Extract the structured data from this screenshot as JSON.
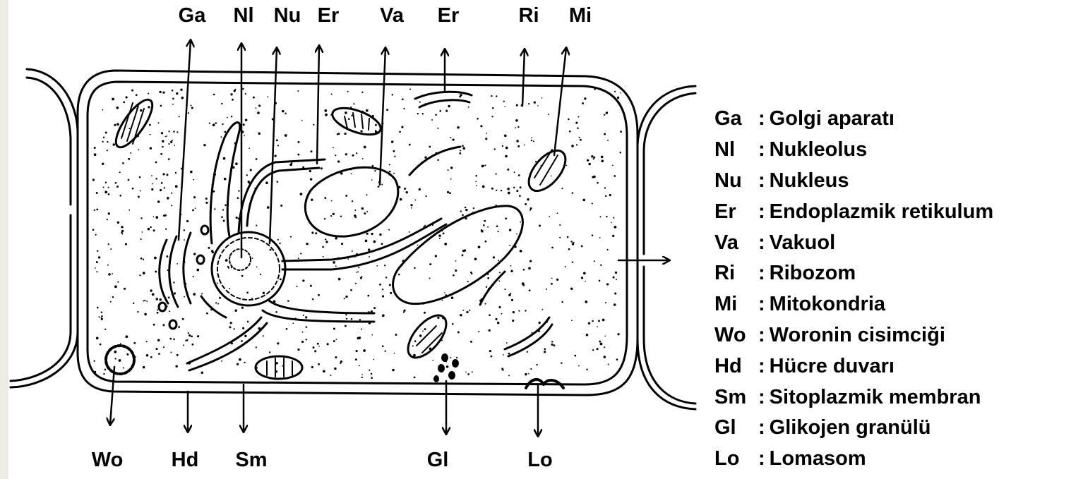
{
  "diagram_labels": {
    "top": [
      "Ga",
      "Nl",
      "Nu",
      "Er",
      "Va",
      "Er",
      "Ri",
      "Mi"
    ],
    "bottom": [
      "Wo",
      "Hd",
      "Sm",
      "Gl",
      "Lo"
    ]
  },
  "legend": [
    {
      "abbr": "Ga",
      "name": "Golgi aparatı"
    },
    {
      "abbr": "Nl",
      "name": "Nukleolus"
    },
    {
      "abbr": "Nu",
      "name": "Nukleus"
    },
    {
      "abbr": "Er",
      "name": "Endoplazmik retikulum"
    },
    {
      "abbr": "Va",
      "name": "Vakuol"
    },
    {
      "abbr": "Ri",
      "name": "Ribozom"
    },
    {
      "abbr": "Mi",
      "name": "Mitokondria"
    },
    {
      "abbr": "Wo",
      "name": "Woronin cisimciği"
    },
    {
      "abbr": "Hd",
      "name": "Hücre duvarı"
    },
    {
      "abbr": "Sm",
      "name": "Sitoplazmik membran"
    },
    {
      "abbr": "Gl",
      "name": "Glikojen granülü"
    },
    {
      "abbr": "Lo",
      "name": "Lomasom"
    }
  ],
  "colors": {
    "ink": "#000000",
    "paper": "#ffffff",
    "margin": "#ecebe6"
  }
}
